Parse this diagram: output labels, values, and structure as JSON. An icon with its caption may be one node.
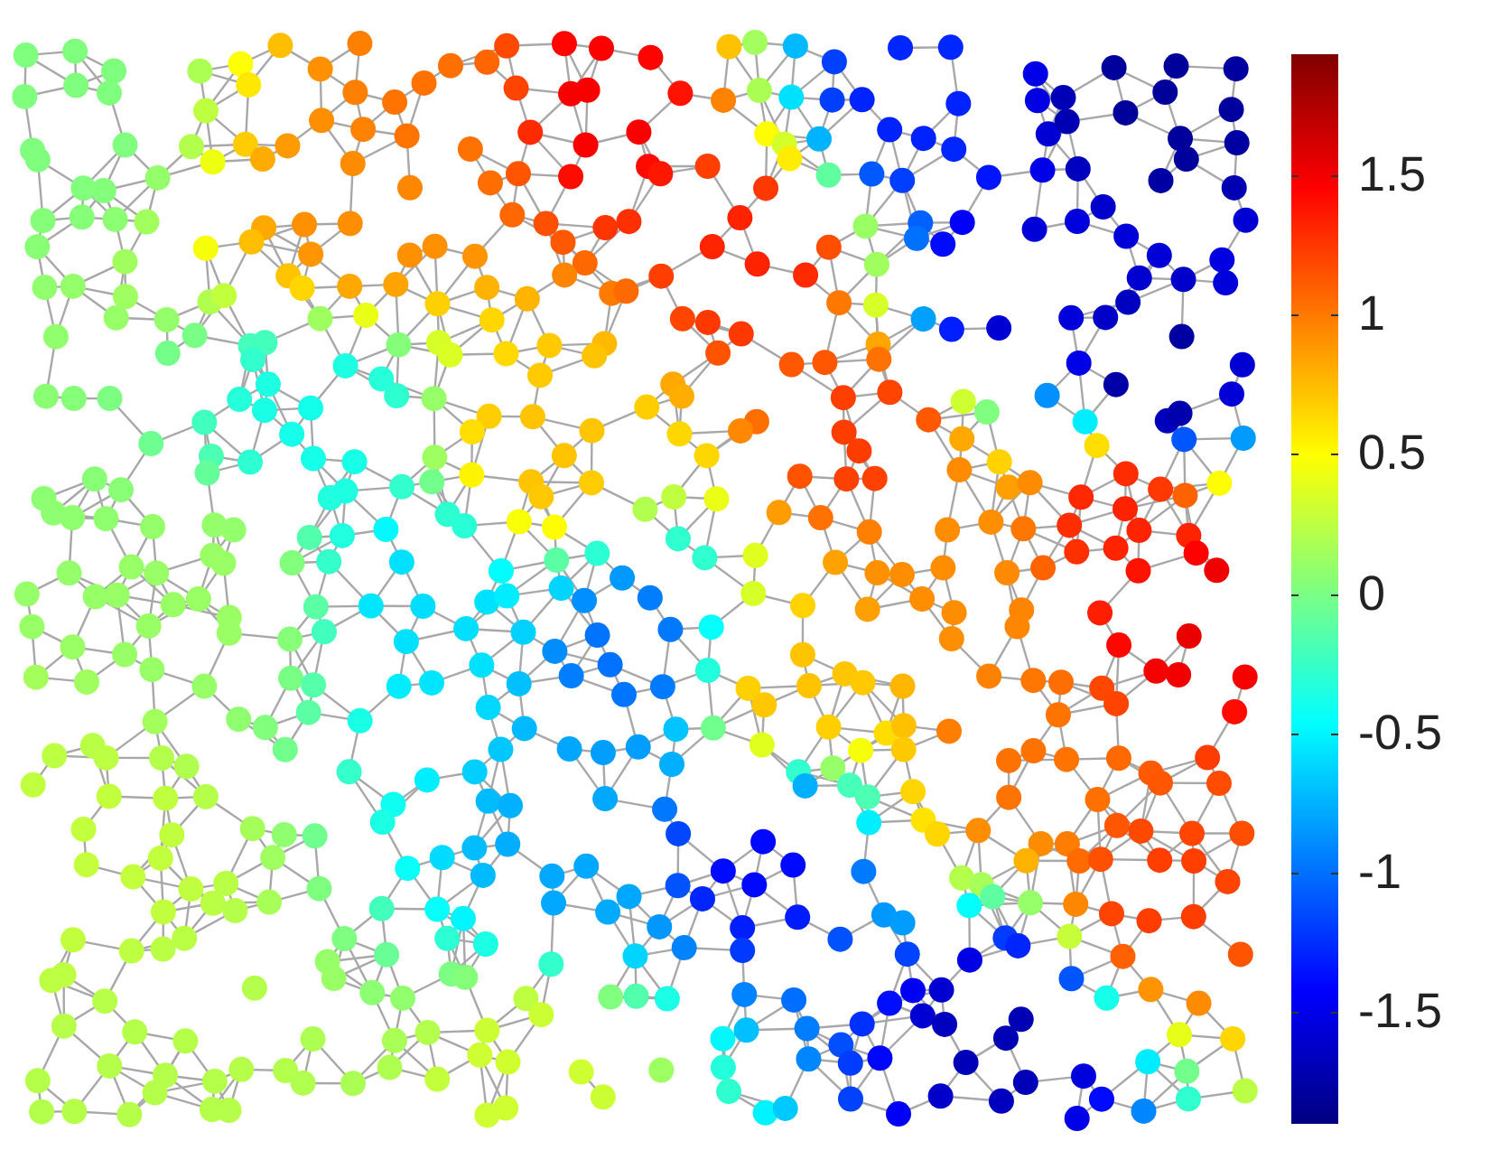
{
  "diagram": {
    "labels": [
      "1.5",
      "1",
      "0.5",
      "0",
      "-0.5",
      "-1",
      "-1.5"
    ]
  }
}
